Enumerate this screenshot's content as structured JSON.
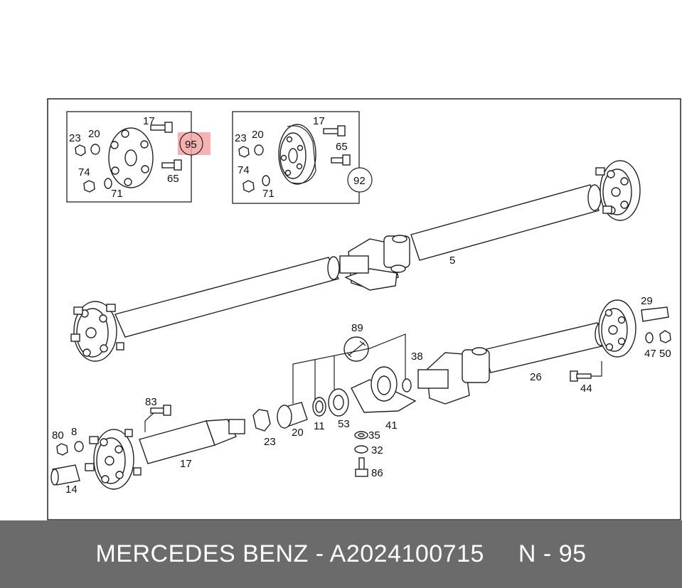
{
  "callouts": {
    "inset1": [
      "17",
      "23",
      "20",
      "74",
      "71",
      "65"
    ],
    "inset2": [
      "17",
      "23",
      "20",
      "65",
      "74",
      "71"
    ],
    "main": [
      "5",
      "29",
      "89",
      "38",
      "47",
      "50",
      "26",
      "44",
      "17",
      "23",
      "20",
      "11",
      "53",
      "41",
      "35",
      "32",
      "86",
      "83",
      "80",
      "8",
      "14"
    ]
  },
  "highlight": {
    "number": "95",
    "color": "#f08080"
  },
  "circle_label": "92",
  "footer": {
    "brand": "MERCEDES BENZ - A2024100715",
    "ref": "N - 95"
  }
}
